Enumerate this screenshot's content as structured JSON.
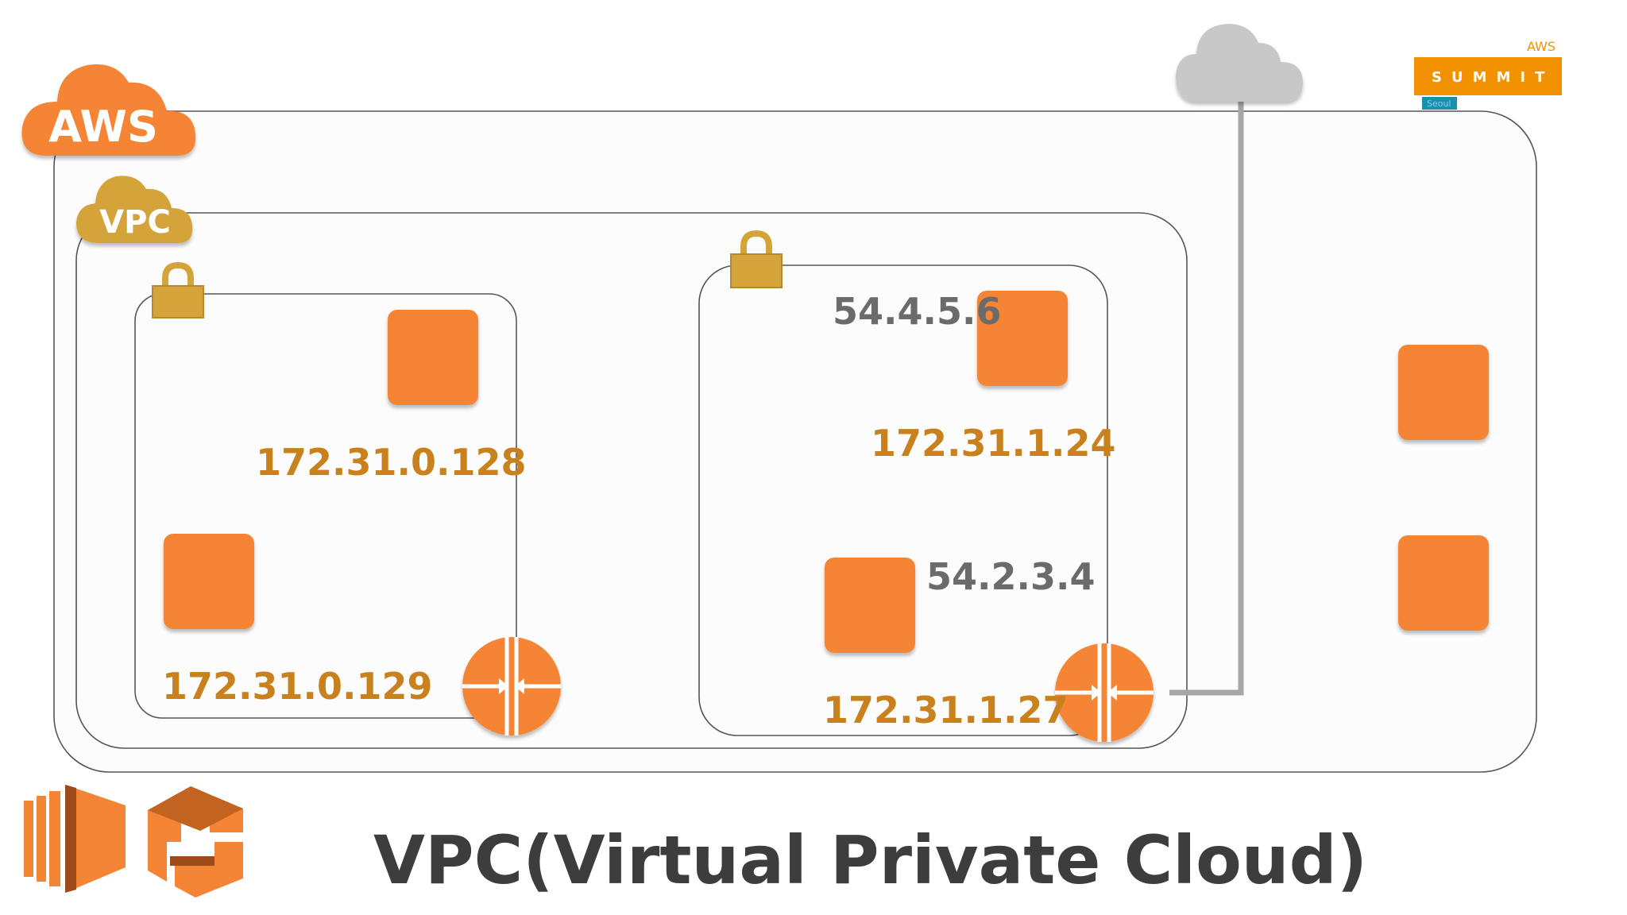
{
  "title": "VPC(Virtual Private Cloud)",
  "aws_cloud_label": "AWS",
  "vpc_cloud_label": "VPC",
  "summit_badge": {
    "brand": "AWS",
    "word": "SUMMIT",
    "city": "Seoul"
  },
  "subnet_a": {
    "ip_top": "172.31.0.128",
    "ip_bottom": "172.31.0.129"
  },
  "subnet_b": {
    "public_ip_top": "54.4.5.6",
    "private_ip_top": "172.31.1.24",
    "public_ip_bottom": "54.2.3.4",
    "private_ip_bottom": "172.31.1.27"
  },
  "icons": [
    "aws-cloud-icon",
    "vpc-cloud-icon",
    "lock-icon",
    "instance-icon",
    "router-icon",
    "internet-cloud-icon",
    "ec2-icon",
    "vpc-service-icon"
  ],
  "colors": {
    "orange": "#f58536",
    "ip_orange": "#c9811e",
    "lock_gold": "#d4a43a",
    "cloud_gray": "#c8c8c8",
    "title": "#3d3d3d"
  }
}
